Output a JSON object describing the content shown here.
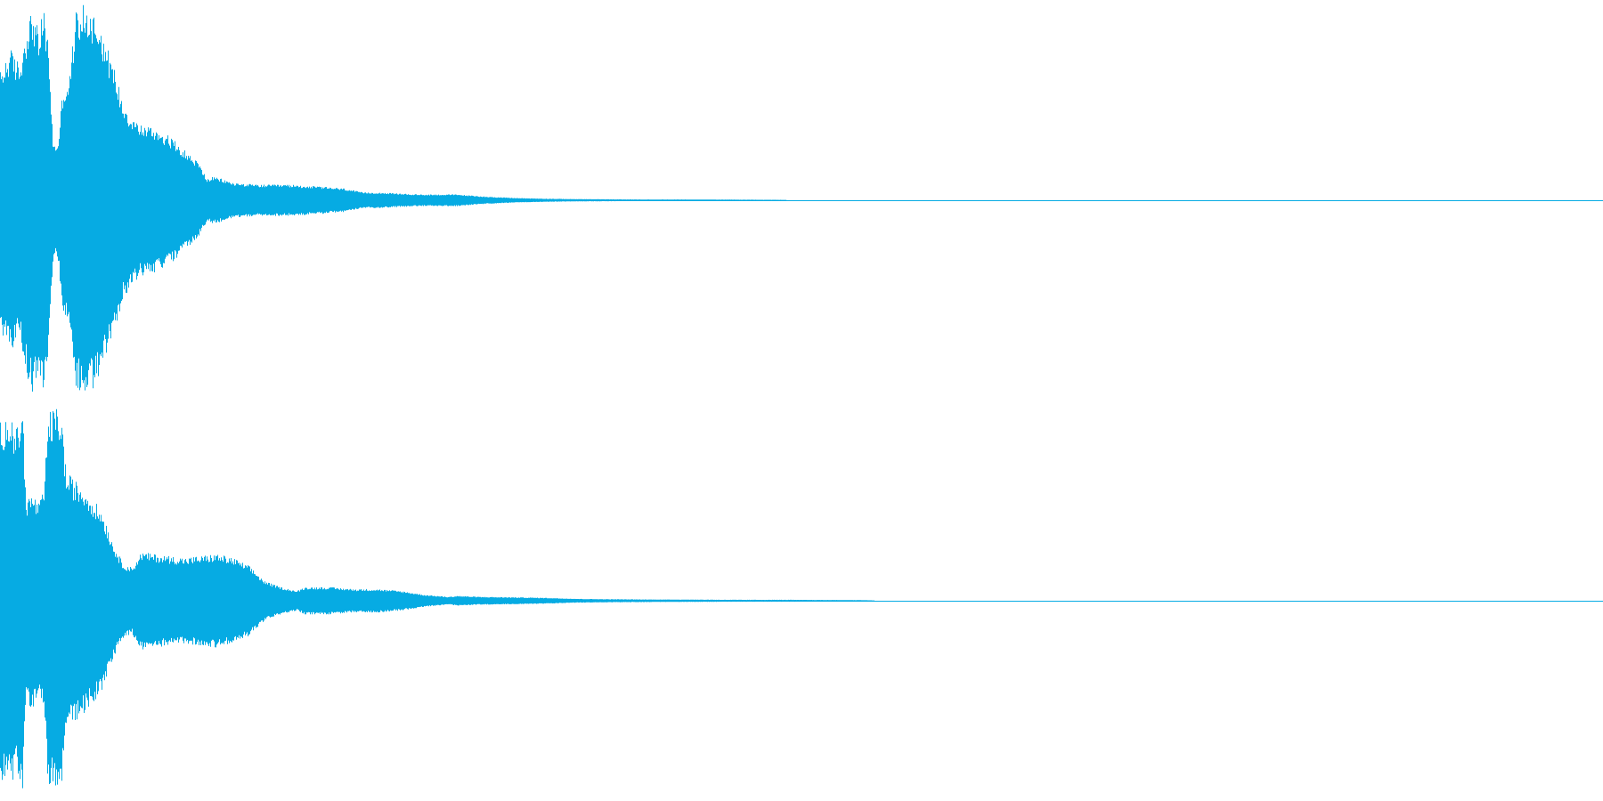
{
  "waveform": {
    "color": "#06abe3",
    "background": "#ffffff",
    "channels": [
      {
        "name": "",
        "peak_envelope": [
          [
            0.0,
            0.66
          ],
          [
            0.006,
            0.78
          ],
          [
            0.012,
            0.7
          ],
          [
            0.017,
            0.92
          ],
          [
            0.02,
            0.98
          ],
          [
            0.024,
            0.86
          ],
          [
            0.027,
            0.99
          ],
          [
            0.03,
            0.8
          ],
          [
            0.033,
            0.28
          ],
          [
            0.036,
            0.3
          ],
          [
            0.039,
            0.58
          ],
          [
            0.043,
            0.62
          ],
          [
            0.047,
            0.97
          ],
          [
            0.051,
            1.0
          ],
          [
            0.056,
            0.98
          ],
          [
            0.061,
            0.94
          ],
          [
            0.066,
            0.8
          ],
          [
            0.071,
            0.68
          ],
          [
            0.076,
            0.52
          ],
          [
            0.081,
            0.44
          ],
          [
            0.087,
            0.39
          ],
          [
            0.093,
            0.38
          ],
          [
            0.099,
            0.36
          ],
          [
            0.105,
            0.33
          ],
          [
            0.111,
            0.29
          ],
          [
            0.117,
            0.24
          ],
          [
            0.123,
            0.2
          ],
          [
            0.129,
            0.11
          ],
          [
            0.133,
            0.12
          ],
          [
            0.138,
            0.11
          ],
          [
            0.145,
            0.09
          ],
          [
            0.16,
            0.08
          ],
          [
            0.18,
            0.08
          ],
          [
            0.2,
            0.07
          ],
          [
            0.215,
            0.06
          ],
          [
            0.226,
            0.04
          ],
          [
            0.236,
            0.04
          ],
          [
            0.26,
            0.03
          ],
          [
            0.285,
            0.03
          ],
          [
            0.3,
            0.02
          ],
          [
            0.32,
            0.012
          ],
          [
            0.34,
            0.008
          ],
          [
            0.36,
            0.006
          ],
          [
            0.38,
            0.005
          ],
          [
            0.4,
            0.004
          ],
          [
            0.43,
            0.004
          ],
          [
            0.46,
            0.003
          ],
          [
            0.49,
            0.002
          ],
          [
            0.5,
            0.001
          ],
          [
            1.0,
            0.0005
          ]
        ]
      },
      {
        "name": "",
        "peak_envelope": [
          [
            0.0,
            0.92
          ],
          [
            0.005,
            0.96
          ],
          [
            0.01,
            0.88
          ],
          [
            0.014,
            0.98
          ],
          [
            0.016,
            0.52
          ],
          [
            0.02,
            0.55
          ],
          [
            0.024,
            0.5
          ],
          [
            0.027,
            0.56
          ],
          [
            0.03,
            0.96
          ],
          [
            0.034,
            0.99
          ],
          [
            0.038,
            0.97
          ],
          [
            0.041,
            0.66
          ],
          [
            0.046,
            0.62
          ],
          [
            0.052,
            0.58
          ],
          [
            0.058,
            0.52
          ],
          [
            0.064,
            0.45
          ],
          [
            0.07,
            0.3
          ],
          [
            0.076,
            0.2
          ],
          [
            0.082,
            0.17
          ],
          [
            0.088,
            0.25
          ],
          [
            0.095,
            0.24
          ],
          [
            0.105,
            0.23
          ],
          [
            0.115,
            0.22
          ],
          [
            0.125,
            0.23
          ],
          [
            0.135,
            0.24
          ],
          [
            0.145,
            0.22
          ],
          [
            0.155,
            0.18
          ],
          [
            0.165,
            0.1
          ],
          [
            0.175,
            0.07
          ],
          [
            0.185,
            0.05
          ],
          [
            0.19,
            0.07
          ],
          [
            0.205,
            0.07
          ],
          [
            0.22,
            0.06
          ],
          [
            0.235,
            0.06
          ],
          [
            0.25,
            0.05
          ],
          [
            0.265,
            0.03
          ],
          [
            0.28,
            0.02
          ],
          [
            0.285,
            0.025
          ],
          [
            0.3,
            0.02
          ],
          [
            0.32,
            0.018
          ],
          [
            0.34,
            0.015
          ],
          [
            0.36,
            0.01
          ],
          [
            0.38,
            0.008
          ],
          [
            0.4,
            0.007
          ],
          [
            0.43,
            0.006
          ],
          [
            0.46,
            0.005
          ],
          [
            0.49,
            0.005
          ],
          [
            0.52,
            0.004
          ],
          [
            0.54,
            0.003
          ],
          [
            0.55,
            0.001
          ],
          [
            1.0,
            0.0005
          ]
        ]
      }
    ]
  }
}
